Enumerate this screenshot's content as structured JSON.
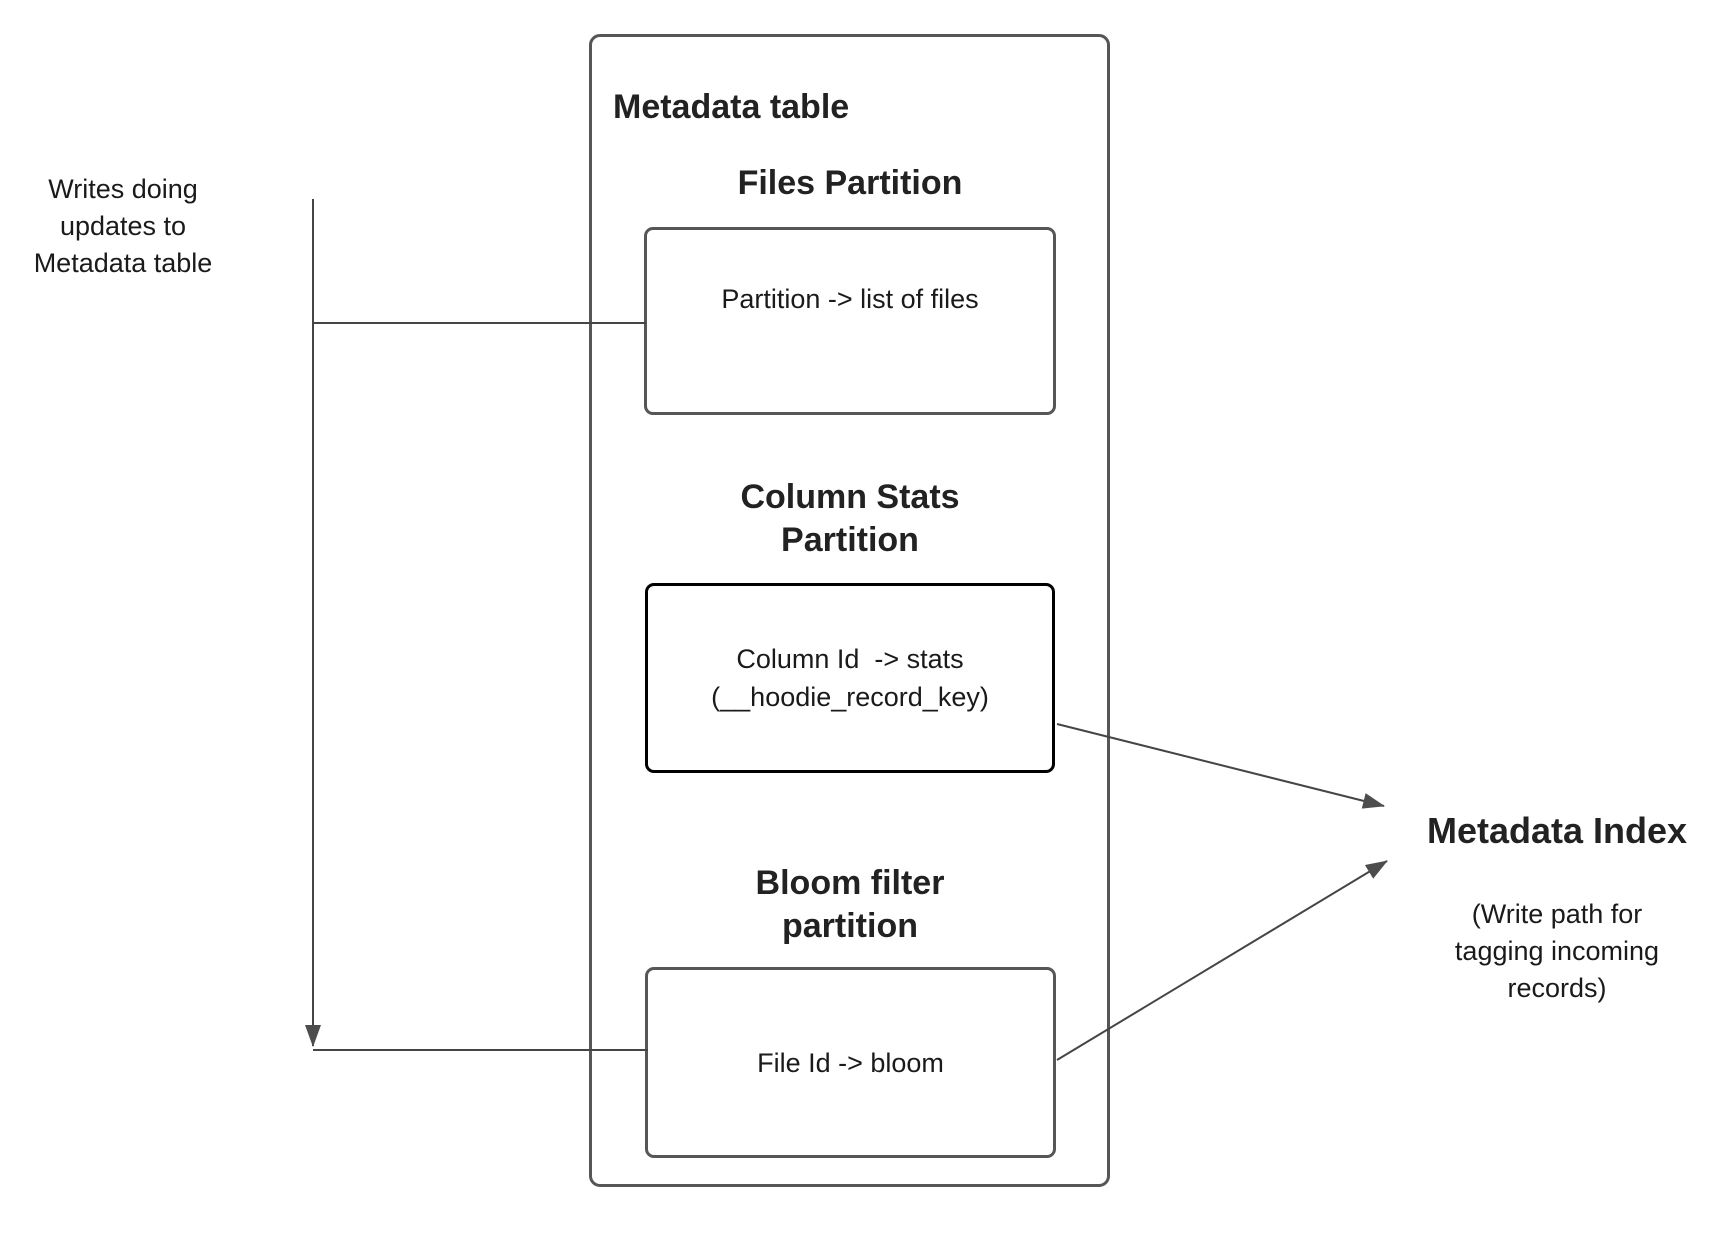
{
  "diagram": {
    "left_note": {
      "lines": [
        "Writes doing",
        "updates to",
        "Metadata table"
      ]
    },
    "metadata_table": {
      "title": "Metadata table",
      "files_partition": {
        "heading": "Files Partition",
        "body": "Partition -> list of files"
      },
      "column_stats_partition": {
        "heading_lines": [
          "Column Stats",
          "Partition"
        ],
        "body_lines": [
          "Column Id  -> stats",
          "(__hoodie_record_key)"
        ]
      },
      "bloom_partition": {
        "heading_lines": [
          "Bloom filter",
          "partition"
        ],
        "body": "File Id -> bloom"
      }
    },
    "metadata_index": {
      "title": "Metadata Index",
      "note_lines": [
        "(Write path for",
        "tagging incoming",
        "records)"
      ]
    },
    "colors": {
      "connector": "#454545",
      "arrowhead": "#4d4d4d",
      "box_border": "#565656",
      "emphasis_border": "#000000",
      "text": "#1a1a1a"
    }
  }
}
